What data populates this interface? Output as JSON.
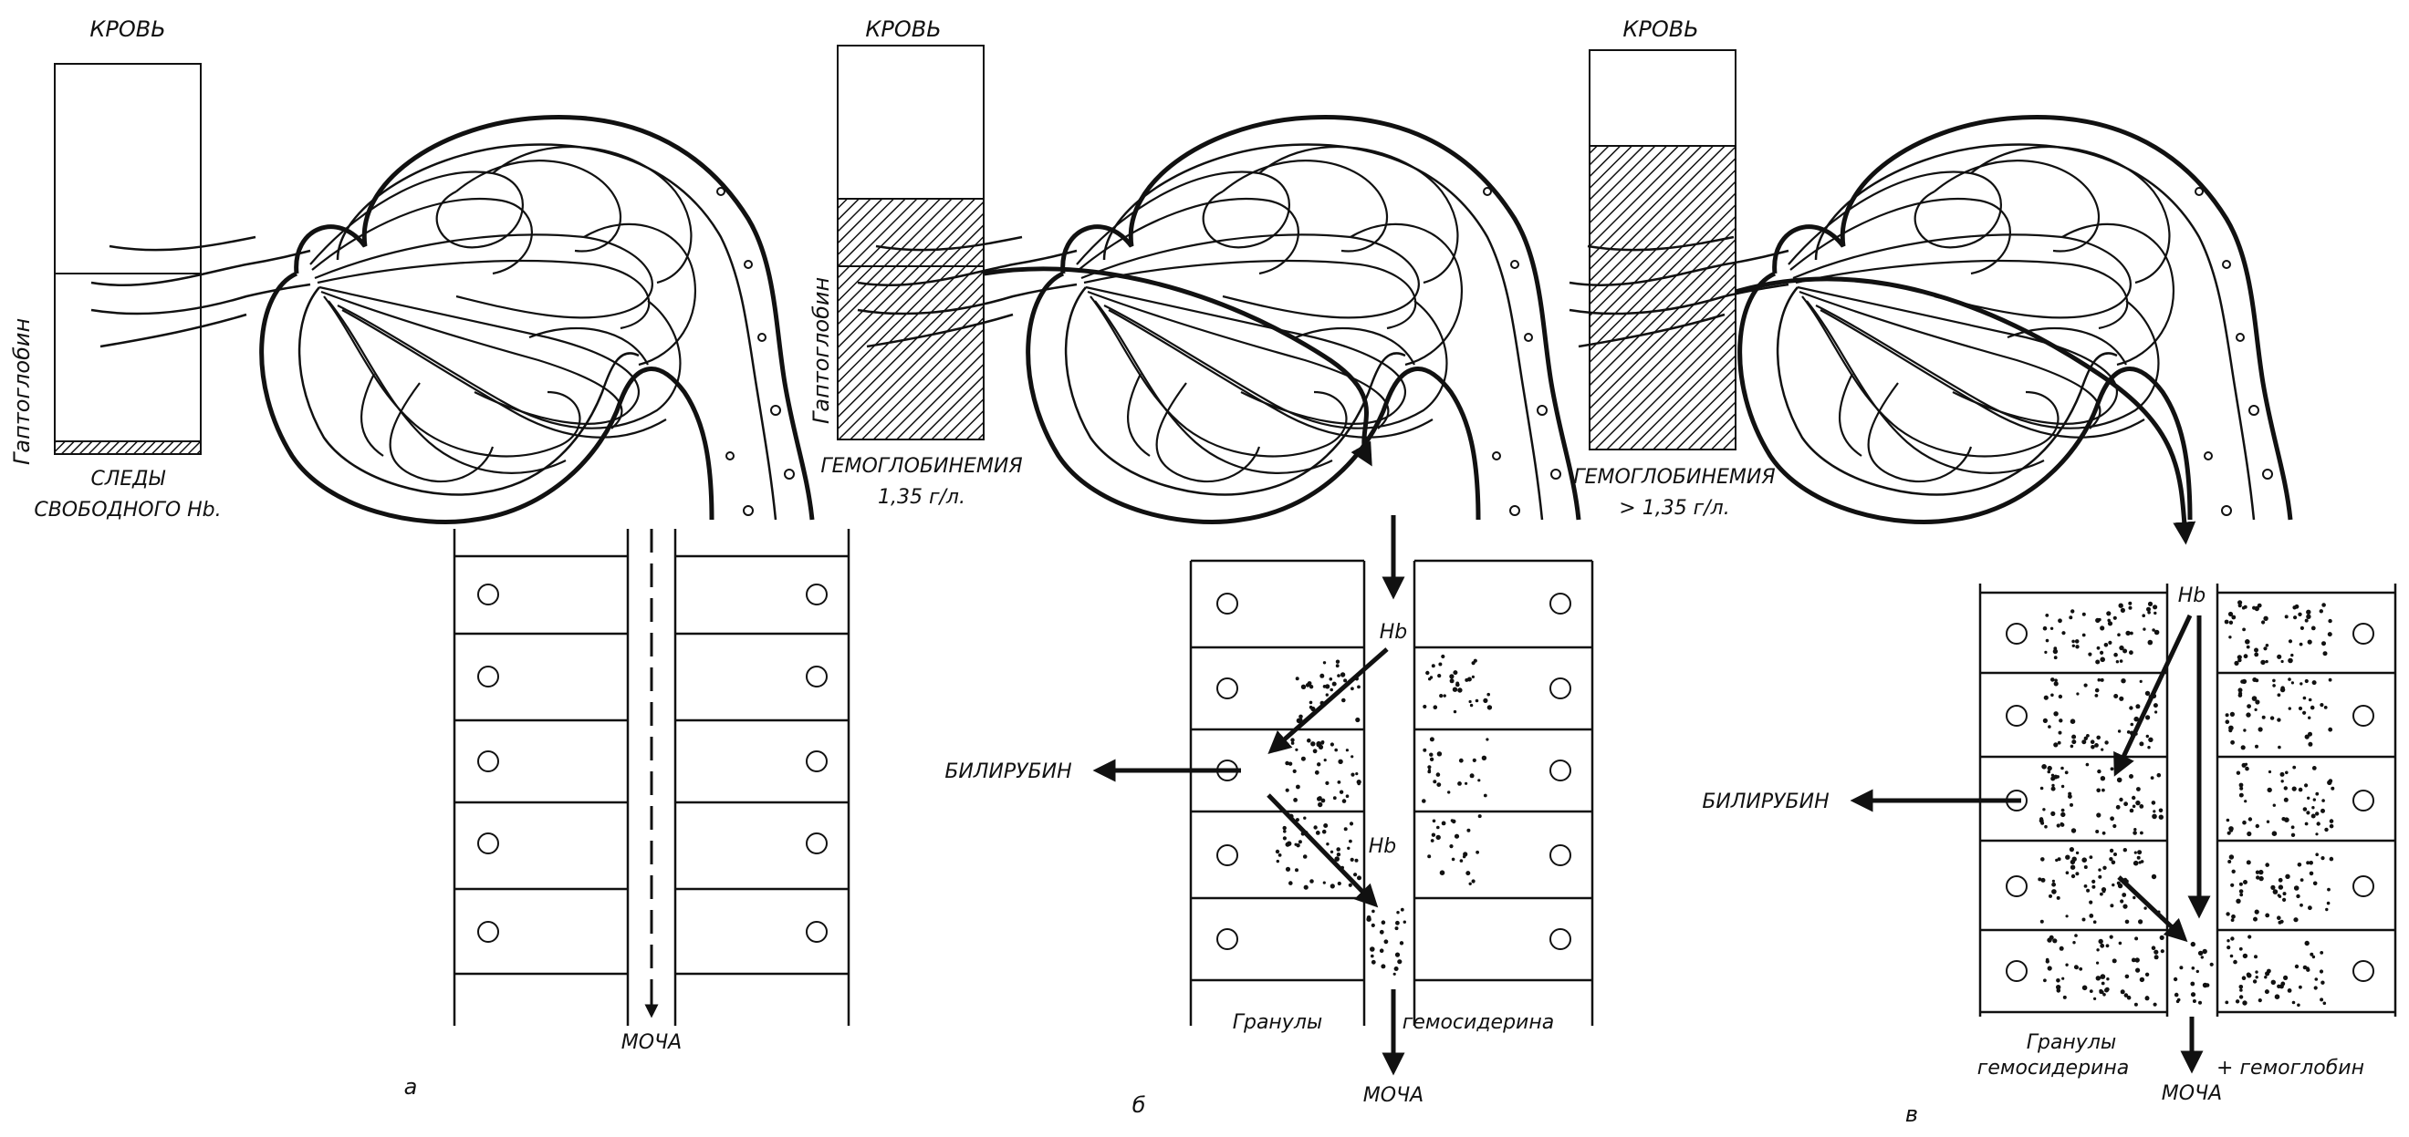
{
  "panels": [
    {
      "letter": "а",
      "blood_label": "КРОВЬ",
      "haptoglobin_label": "Гаптоглобин",
      "caption_line1": "СЛЕДЫ",
      "caption_line2": "СВОБОДНОГО Нb.",
      "urine_label": "МОЧА"
    },
    {
      "letter": "б",
      "blood_label": "КРОВЬ",
      "haptoglobin_label": "Гаптоглобин",
      "caption_line1": "ГЕМОГЛОБИНЕМИЯ",
      "caption_line2": "1,35 г/л.",
      "hb_top": "Нb",
      "hb_mid": "Нb",
      "bilirubin_label": "БИЛИРУБИН",
      "granules_label": "Гранулы",
      "hemosiderin_label": "гемосидерина",
      "urine_label": "МОЧА"
    },
    {
      "letter": "в",
      "blood_label": "КРОВЬ",
      "caption_line1": "ГЕМОГЛОБИНЕМИЯ",
      "caption_line2": "> 1,35 г/л.",
      "hb_top": "Нb",
      "bilirubin_label": "БИЛИРУБИН",
      "granules_label": "Гранулы",
      "hemosiderin_label": "гемосидерина",
      "plus_hemoglobin_label": "+ гемоглобин",
      "urine_label": "МОЧА"
    }
  ],
  "colors": {
    "ink": "#111111",
    "paper": "#ffffff"
  }
}
